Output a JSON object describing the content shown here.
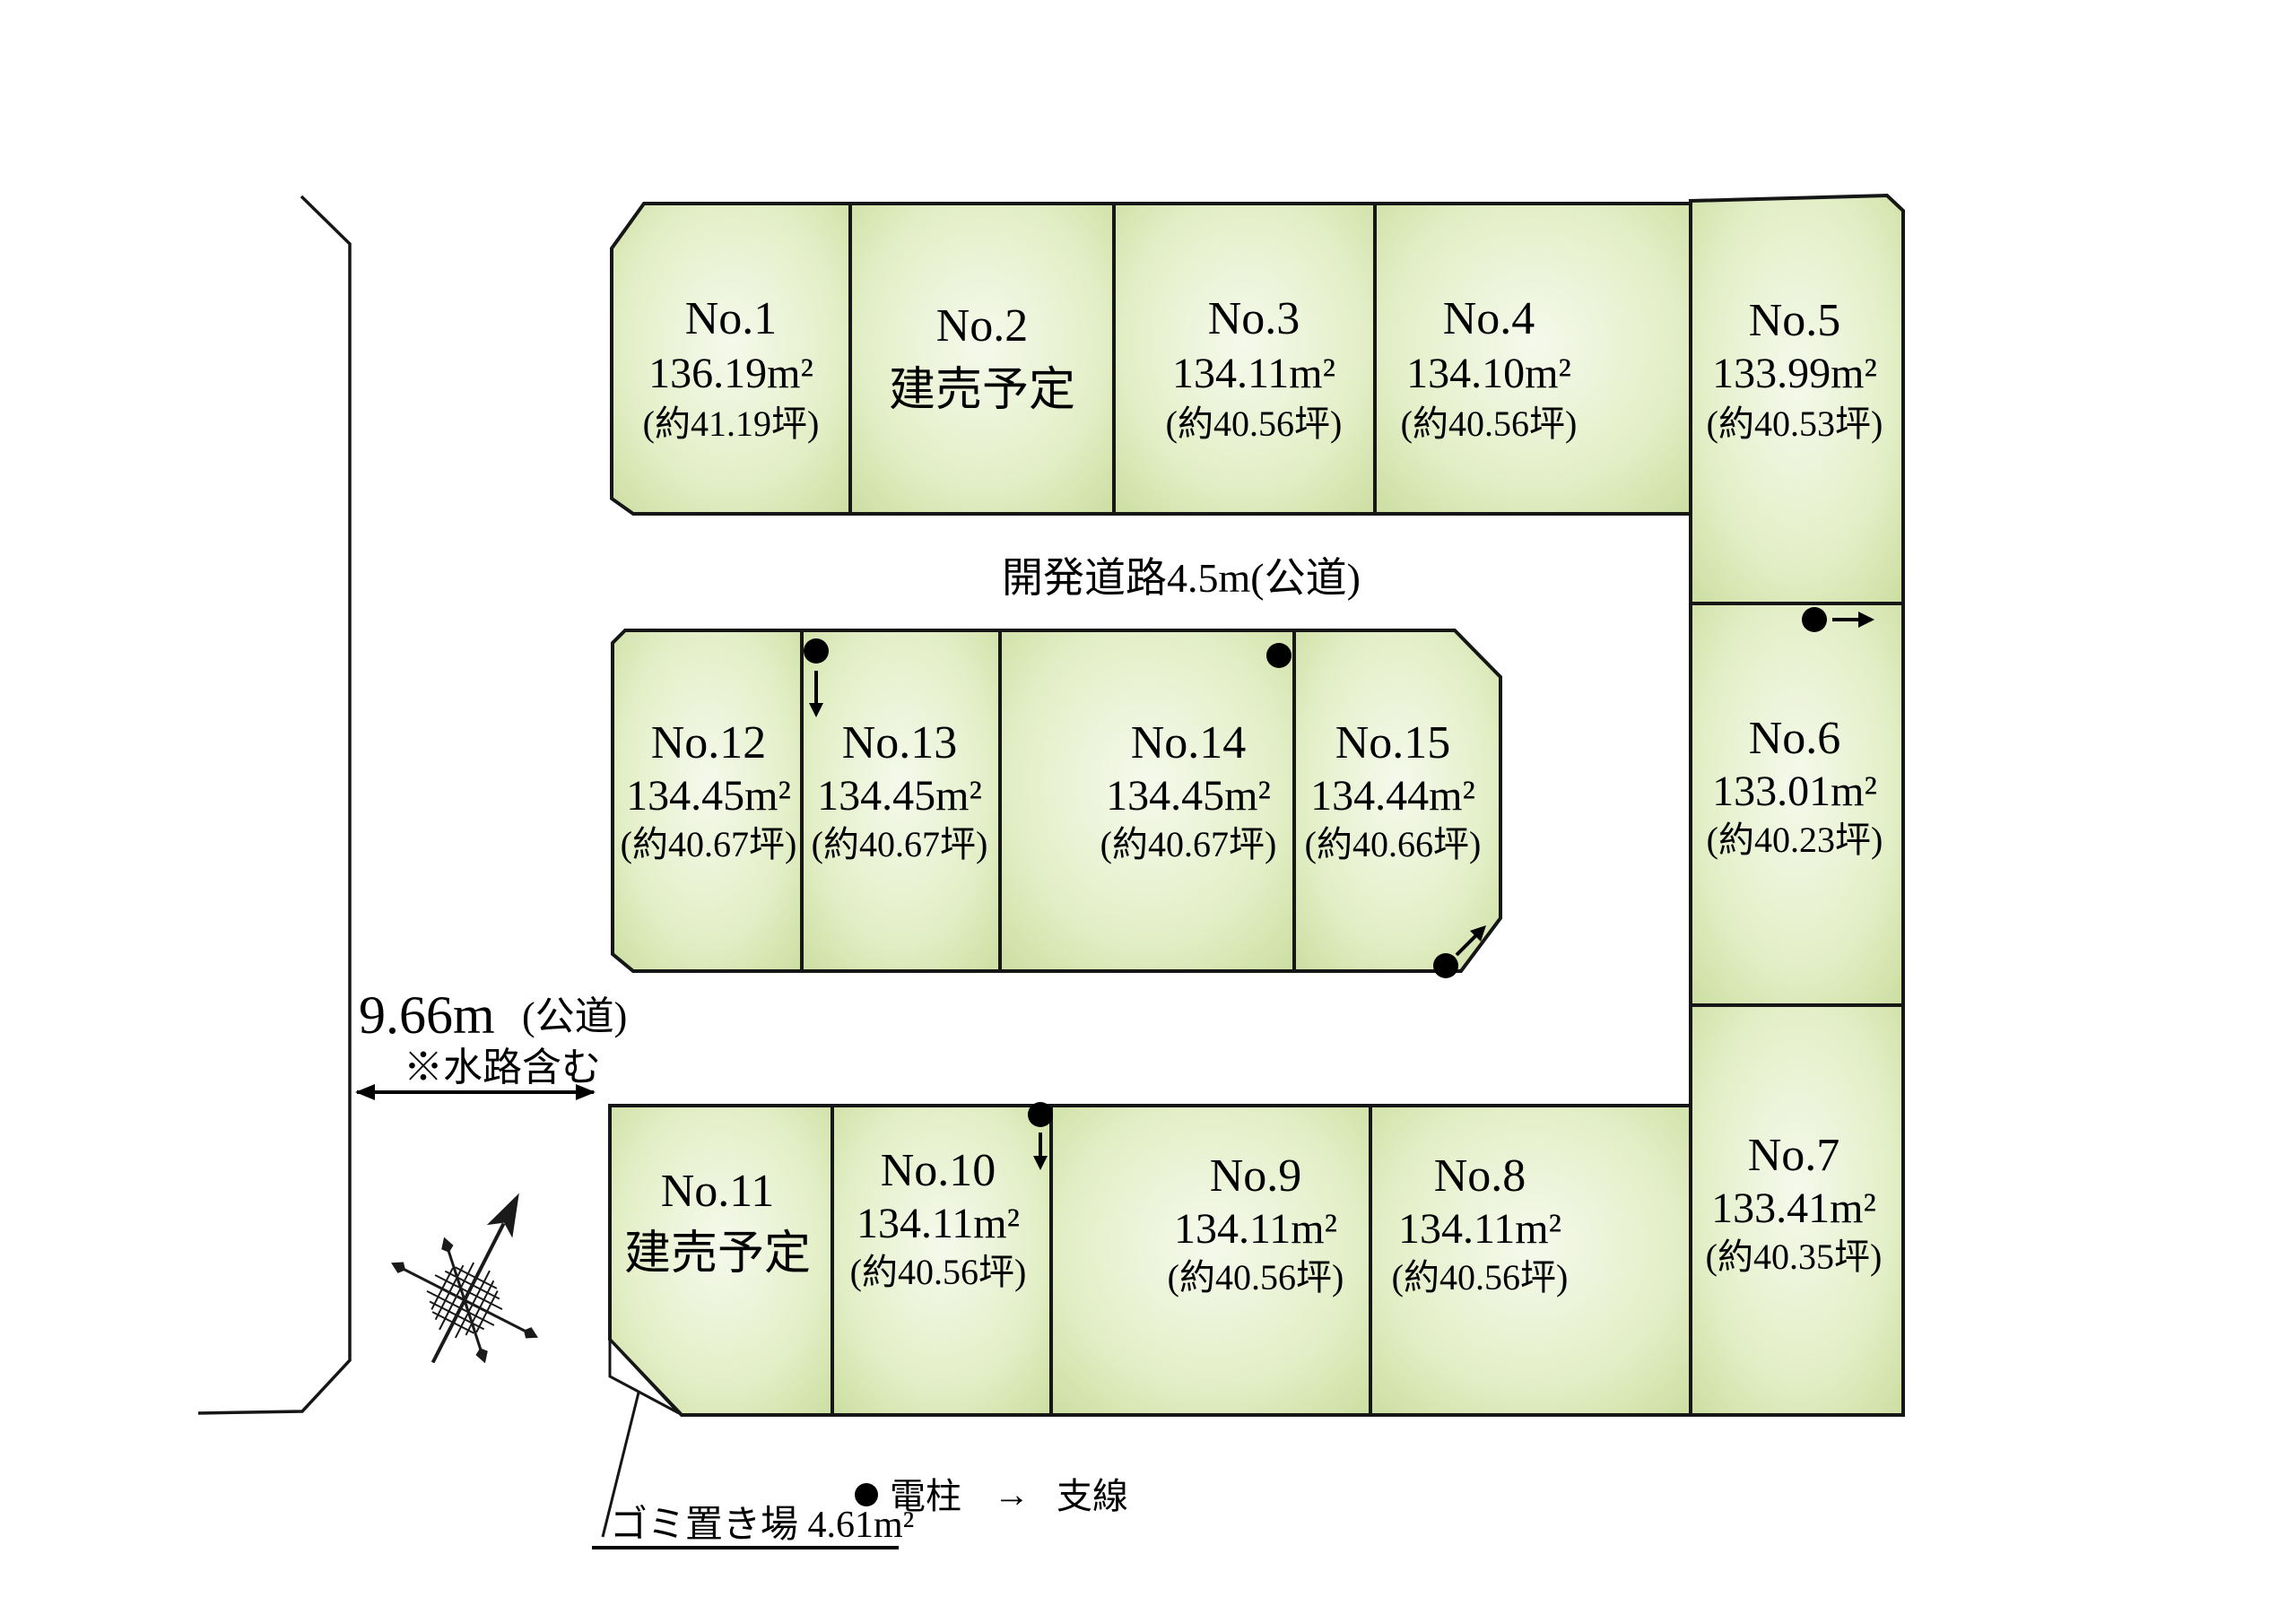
{
  "roads": {
    "dev_road_label": "開発道路4.5m(公道)",
    "left_road_width": "9.66m",
    "left_road_type": "(公道)",
    "left_road_note": "※水路含む"
  },
  "legend": {
    "pole_label": "電柱",
    "wire_arrow": "→",
    "wire_label": "支線",
    "garbage_label": "ゴミ置き場 4.61m²"
  },
  "lots": [
    {
      "no": "No.1",
      "area": "136.19m²",
      "tsubo": "(約41.19坪)"
    },
    {
      "no": "No.2",
      "note": "建売予定"
    },
    {
      "no": "No.3",
      "area": "134.11m²",
      "tsubo": "(約40.56坪)"
    },
    {
      "no": "No.4",
      "area": "134.10m²",
      "tsubo": "(約40.56坪)"
    },
    {
      "no": "No.5",
      "area": "133.99m²",
      "tsubo": "(約40.53坪)"
    },
    {
      "no": "No.6",
      "area": "133.01m²",
      "tsubo": "(約40.23坪)"
    },
    {
      "no": "No.7",
      "area": "133.41m²",
      "tsubo": "(約40.35坪)"
    },
    {
      "no": "No.8",
      "area": "134.11m²",
      "tsubo": "(約40.56坪)"
    },
    {
      "no": "No.9",
      "area": "134.11m²",
      "tsubo": "(約40.56坪)"
    },
    {
      "no": "No.10",
      "area": "134.11m²",
      "tsubo": "(約40.56坪)"
    },
    {
      "no": "No.11",
      "note": "建売予定"
    },
    {
      "no": "No.12",
      "area": "134.45m²",
      "tsubo": "(約40.67坪)"
    },
    {
      "no": "No.13",
      "area": "134.45m²",
      "tsubo": "(約40.67坪)"
    },
    {
      "no": "No.14",
      "area": "134.45m²",
      "tsubo": "(約40.67坪)"
    },
    {
      "no": "No.15",
      "area": "134.44m²",
      "tsubo": "(約40.66坪)"
    }
  ],
  "colors": {
    "lot_fill_center": "#f5f9ec",
    "lot_fill_mid": "#e4efc8",
    "lot_fill_edge": "#c7db99",
    "line": "#161616"
  }
}
